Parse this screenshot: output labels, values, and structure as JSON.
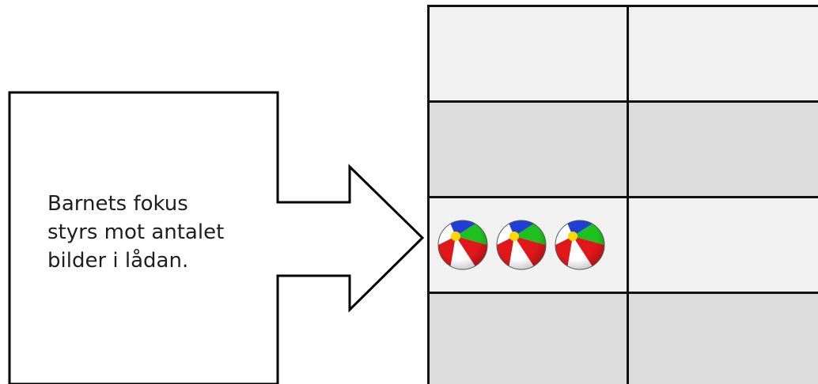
{
  "caption": {
    "line1": "Barnets fokus",
    "line2": "styrs mot antalet",
    "line3": "bilder i lådan."
  },
  "grid": {
    "rows": 4,
    "cols": 2,
    "row_colors": [
      "#f1f1f1",
      "#dcdcdc",
      "#f1f1f1",
      "#dcdcdc"
    ],
    "ball_count": 3,
    "ball_row": 3,
    "ball_col": 1
  },
  "colors": {
    "line": "#111111",
    "ball_red": "#e0171b",
    "ball_green": "#1ec21e",
    "ball_yellow": "#ffd800",
    "ball_blue": "#1f3fd6",
    "ball_white": "#ffffff"
  }
}
